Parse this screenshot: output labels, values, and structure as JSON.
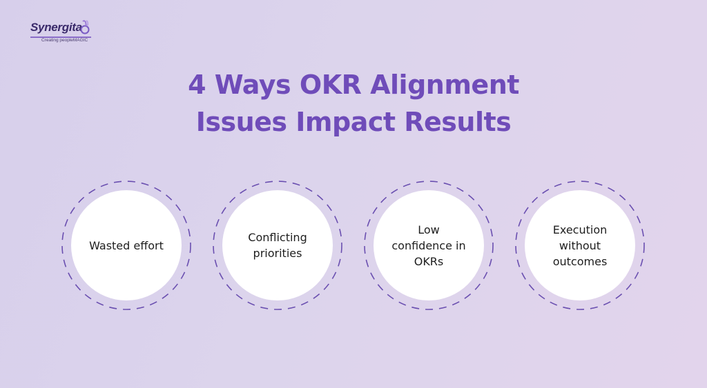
{
  "logo": {
    "name": "Synergita",
    "tagline": "Creating peopleMAGIC"
  },
  "title": {
    "line1": "4 Ways OKR Alignment",
    "line2": "Issues Impact Results"
  },
  "items": [
    {
      "label": "Wasted effort"
    },
    {
      "label": "Conflicting priorities"
    },
    {
      "label": "Low confidence in OKRs"
    },
    {
      "label": "Execution without outcomes"
    }
  ],
  "colors": {
    "title": "#6f4cb9",
    "dash": "#6a4fb0",
    "circle_fill": "#ffffff",
    "background": "#dcd4ec"
  }
}
